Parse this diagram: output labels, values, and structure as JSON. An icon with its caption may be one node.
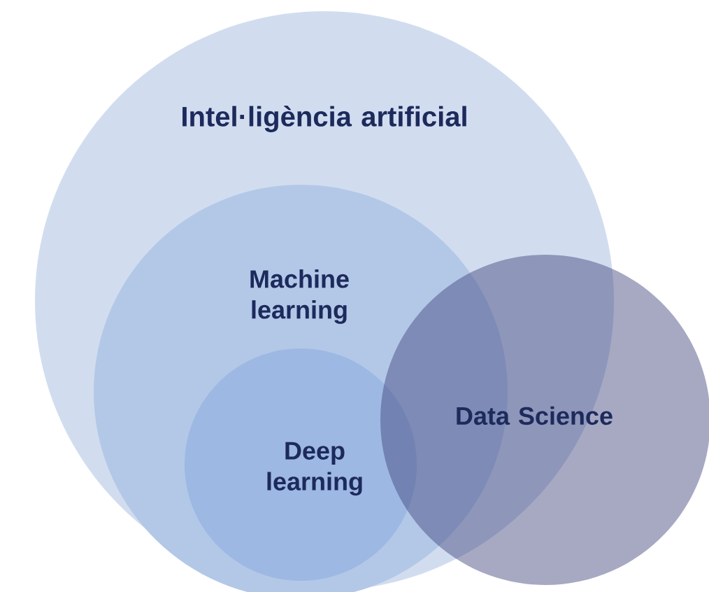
{
  "diagram": {
    "nodes": [
      {
        "text": [
          "Intel·ligència artificial"
        ]
      },
      {
        "text": [
          "Machine learning"
        ],
        "in": 0
      },
      {
        "text": [
          "Deep learning"
        ],
        "in": 1
      },
      {
        "text": [
          "Data Science"
        ]
      }
    ],
    "edges": []
  }
}
